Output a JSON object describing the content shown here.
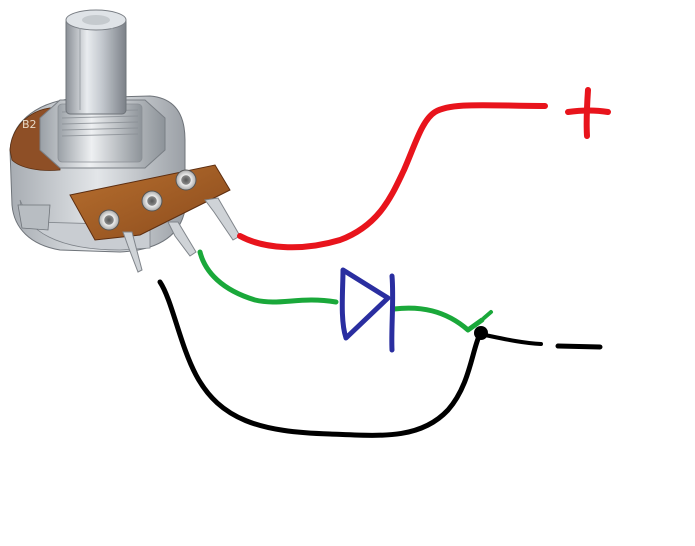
{
  "diagram": {
    "component": "potentiometer",
    "body_marking": "B2",
    "terminals": [
      "left",
      "middle",
      "right"
    ],
    "wire_colors": {
      "positive": "#e8141c",
      "signal": "#1aa83a",
      "ground": "#000000",
      "diode": "#2a2ea0"
    },
    "labels": {
      "plus": "+",
      "minus": "-"
    },
    "icons": {
      "plus_symbol": "plus-icon",
      "minus_symbol": "minus-icon",
      "diode_symbol": "diode-icon"
    }
  }
}
